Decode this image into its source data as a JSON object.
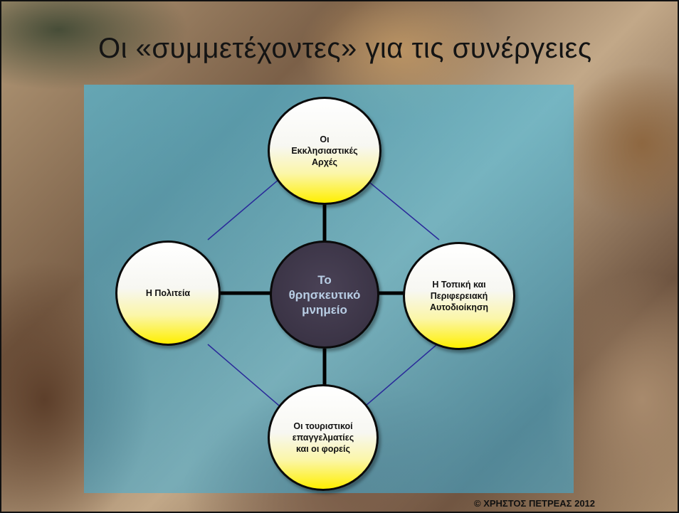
{
  "slide": {
    "title": "Οι «συμμετέχοντες» για τις συνέργειες",
    "copyright": "© ΧΡΗΣΤΟΣ ΠΕΤΡΕΑΣ 2012"
  },
  "diagram": {
    "center": "Το\nθρησκευτικό\nμνημείο",
    "top": "Οι\nΕκκλησιαστικές\nΑρχές",
    "left": "Η Πολιτεία",
    "right": "Η Τοπική και\nΠεριφερειακή\nΑυτοδιοίκηση",
    "bottom": "Οι τουριστικοί\nεπαγγελματίες\nκαι οι φορείς"
  },
  "colors": {
    "panel": "#46bee6",
    "center_fill": "#3b3446",
    "center_text": "#b8cde4",
    "node_gradient_bottom": "#ffef00",
    "connector_spoke": "#000000",
    "connector_diagonal": "#2a2a9a"
  }
}
